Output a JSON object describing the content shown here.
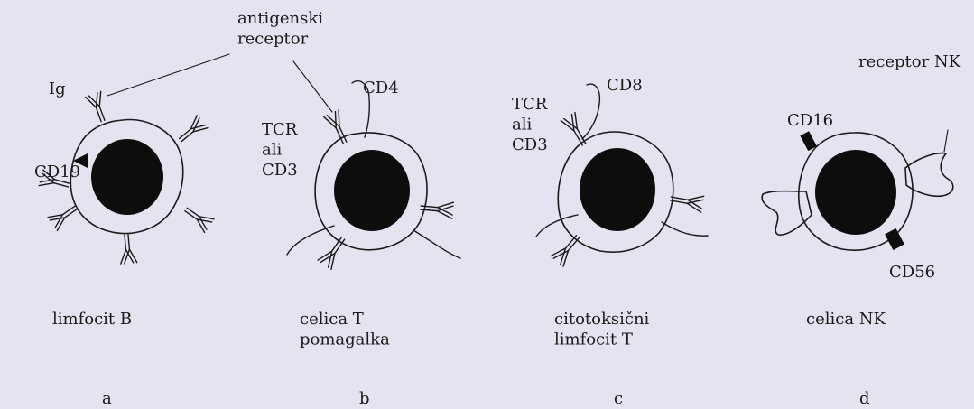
{
  "receptor_label": "antigenski\nreceptor",
  "panels": {
    "a": {
      "letter": "a",
      "caption": "limfocit B",
      "labels": {
        "ig": "Ig",
        "cd19": "CD19"
      }
    },
    "b": {
      "letter": "b",
      "caption": "celica T\npomagalka",
      "labels": {
        "tcr": "TCR\nali\nCD3",
        "cd4": "CD4"
      }
    },
    "c": {
      "letter": "c",
      "caption": "citotoksični\nlimfocit T",
      "labels": {
        "tcr": "TCR\nali\nCD3",
        "cd8": "CD8"
      }
    },
    "d": {
      "letter": "d",
      "caption": "celica NK",
      "labels": {
        "cd16": "CD16",
        "receptor_nk": "receptor NK",
        "cd56": "CD56"
      }
    }
  }
}
